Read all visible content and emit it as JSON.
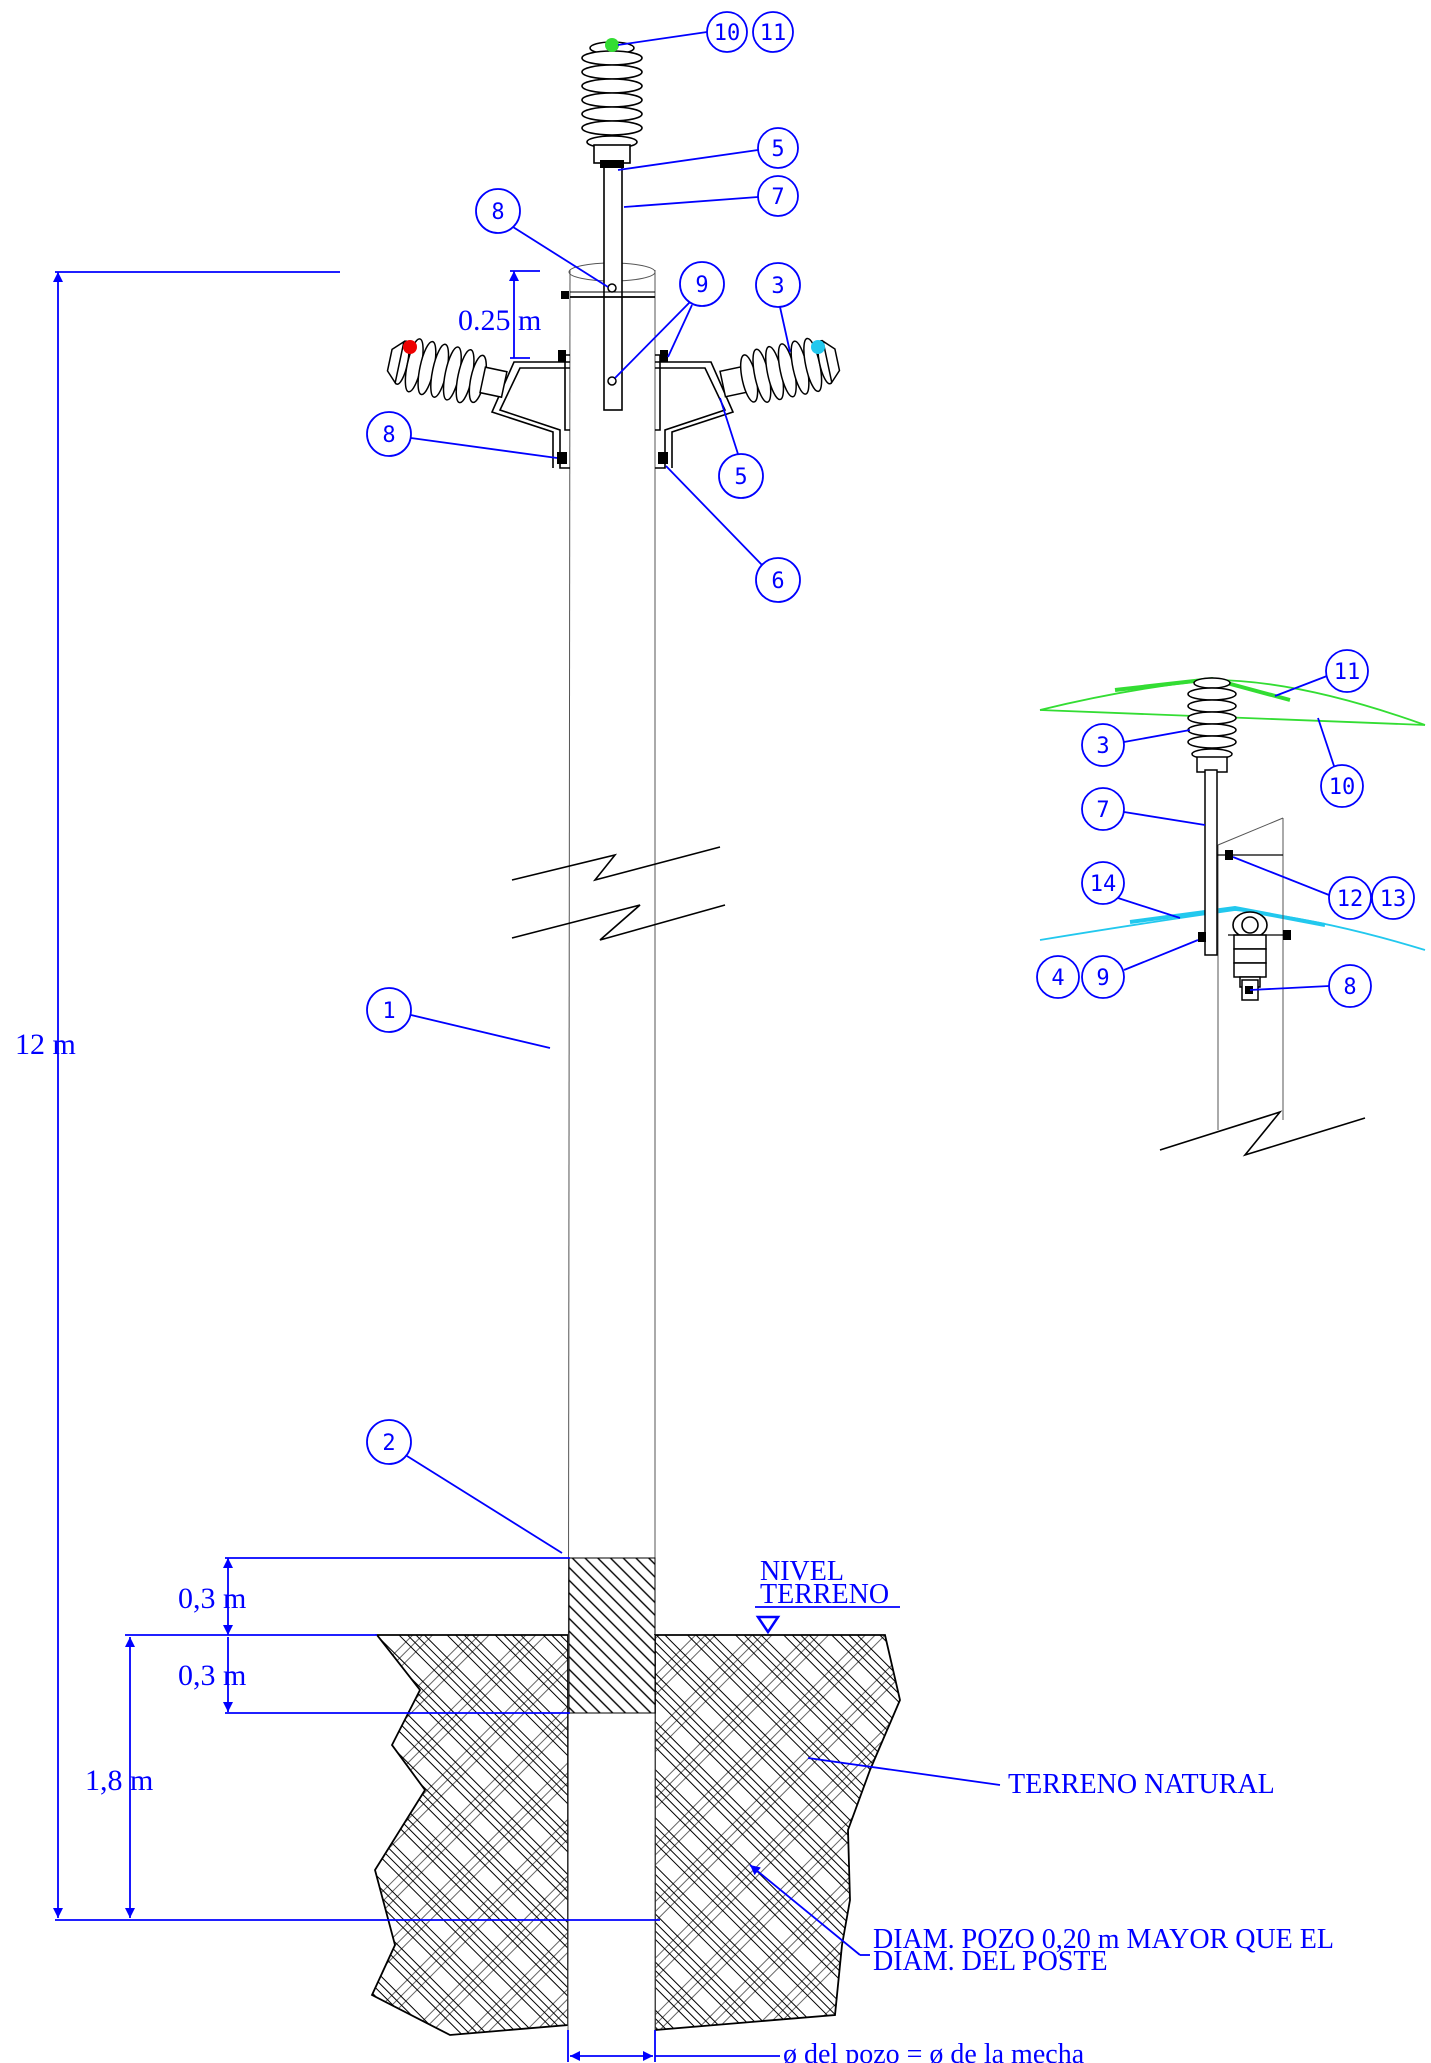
{
  "colors": {
    "annotation": "#0000ff",
    "linework": "#000000",
    "pole_outline": "#777777",
    "conductor_green": "#33dd33",
    "conductor_cyan": "#22c8ee",
    "dot_red": "#ee0000"
  },
  "dimensions": {
    "total_height": "12 m",
    "insulator_offset": "0.25 m",
    "above_ground_band": "0,3 m",
    "below_ground_band": "0,3 m",
    "embedment_depth": "1,8 m"
  },
  "notes": {
    "ground_level": [
      "NIVEL",
      "TERRENO"
    ],
    "natural_soil": "TERRENO NATURAL",
    "hole_diameter": [
      "DIAM. POZO 0,20 m MAYOR QUE EL",
      "DIAM. DEL POSTE"
    ],
    "diameter_relation": "ø del pozo = ø de la mecha"
  },
  "balloons": {
    "pole": "1",
    "band": "2",
    "insulator_right": "3",
    "insulator_side": "3",
    "pin_top": "5",
    "pin_right": "5",
    "bracket": "6",
    "pin_bar": "7",
    "pin_bar_side": "7",
    "bolt_top": "8",
    "bolt_left": "8",
    "bolt_side": "8",
    "washer": "9",
    "washer_side": "9",
    "item_4": "4",
    "conductor_top_a": "10",
    "conductor_top_b": "11",
    "conductor_side_11": "11",
    "conductor_side_10": "10",
    "item_12": "12",
    "item_13": "13",
    "item_14": "14"
  }
}
